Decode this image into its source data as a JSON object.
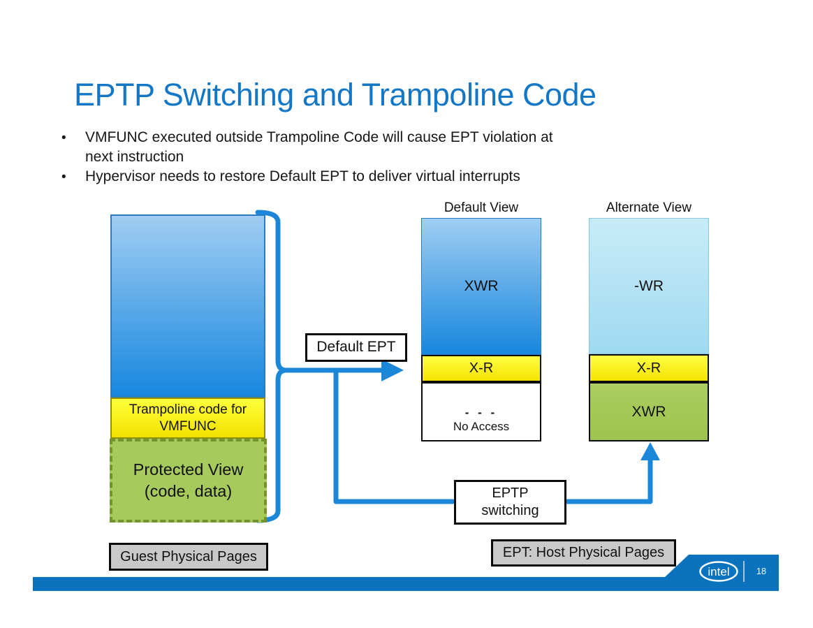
{
  "title": "EPTP Switching and Trampoline Code",
  "bullets": [
    {
      "line1": "VMFUNC executed outside Trampoline Code will cause EPT violation at",
      "line2": "next instruction"
    },
    {
      "line1": "Hypervisor needs to restore Default EPT to deliver virtual interrupts"
    }
  ],
  "diagram": {
    "guest": {
      "trampoline_line1": "Trampoline code for",
      "trampoline_line2": "VMFUNC",
      "protected_line1": "Protected View",
      "protected_line2": "(code, data)",
      "caption": "Guest Physical Pages"
    },
    "default_ept_label": "Default EPT",
    "eptp_switching_line1": "EPTP",
    "eptp_switching_line2": "switching",
    "default_view": {
      "title": "Default View",
      "top_permission": "XWR",
      "mid_permission": "X-R",
      "bottom_dashes": "- - -",
      "bottom_label": "No Access"
    },
    "alternate_view": {
      "title": "Alternate View",
      "top_permission": "-WR",
      "mid_permission": "X-R",
      "bottom_permission": "XWR"
    },
    "ept_caption": "EPT: Host Physical Pages"
  },
  "footer": {
    "logo_text": "intel",
    "page_number": "18"
  },
  "colors": {
    "title_blue": "#1377c8",
    "arrow_blue": "#1b87d9",
    "footer_blue": "#0b73be",
    "box_blue_top": "#a0cdf2",
    "box_blue_bottom": "#1787df",
    "pale_blue_top": "#c8ebf8",
    "pale_blue_bottom": "#9fdaf0",
    "yellow": "#fff200",
    "green": "#a7ca5d",
    "gray_label": "#c9c9c9"
  }
}
